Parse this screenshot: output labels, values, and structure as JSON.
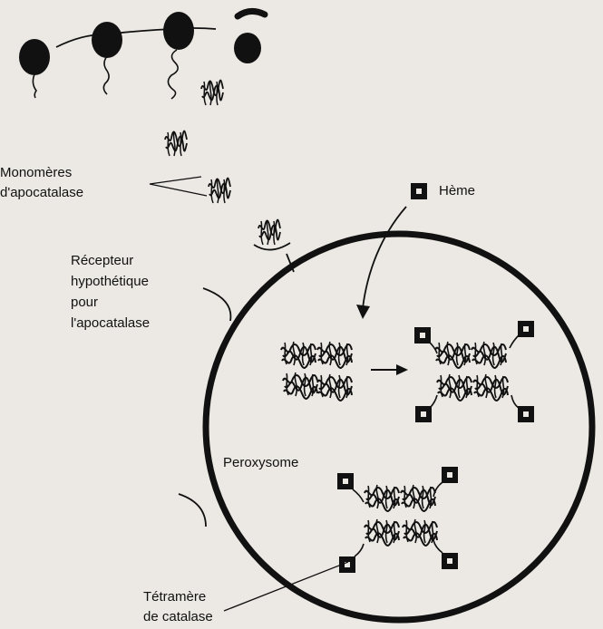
{
  "diagram": {
    "labels": {
      "monomers_line1": "Monomères",
      "monomers_line2": "d'apocatalase",
      "heme": "Hème",
      "receptor_line1": "Récepteur",
      "receptor_line2": "hypothétique",
      "receptor_line3": "pour",
      "receptor_line4": "l'apocatalase",
      "peroxisome": "Peroxysome",
      "tetramer_line1": "Tétramère",
      "tetramer_line2": "de catalase"
    },
    "colors": {
      "background": "#ece9e4",
      "ink": "#111111"
    },
    "icons": [
      "ribosome-icon",
      "heme-square-icon",
      "coiled-protein-icon",
      "arrow-icon",
      "receptor-icon"
    ]
  }
}
